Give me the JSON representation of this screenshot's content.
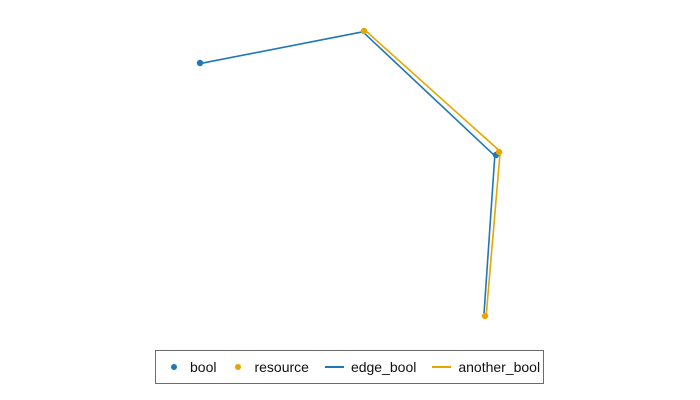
{
  "colors": {
    "bool": "#1f77b4",
    "resource": "#e6a500",
    "edge_bool": "#1f77b4",
    "another_bool": "#e6a500"
  },
  "legend": {
    "items": [
      {
        "label": "bool",
        "kind": "dot",
        "color_key": "bool"
      },
      {
        "label": "resource",
        "kind": "dot",
        "color_key": "resource"
      },
      {
        "label": "edge_bool",
        "kind": "line",
        "color_key": "edge_bool"
      },
      {
        "label": "another_bool",
        "kind": "line",
        "color_key": "another_bool"
      }
    ]
  },
  "graph": {
    "nodes": [
      {
        "id": "n1",
        "type": "bool"
      },
      {
        "id": "n2",
        "type": "resource"
      },
      {
        "id": "n3",
        "type": "bool"
      },
      {
        "id": "n4",
        "type": "resource"
      },
      {
        "id": "n5",
        "type": "resource"
      }
    ],
    "edges": [
      {
        "from": "n1",
        "to": "n2",
        "type": "edge_bool"
      },
      {
        "from": "n2",
        "to": "n3",
        "type": "edge_bool"
      },
      {
        "from": "n3",
        "to": "n5",
        "type": "edge_bool"
      },
      {
        "from": "n2",
        "to": "n4",
        "type": "another_bool"
      },
      {
        "from": "n4",
        "to": "n5",
        "type": "another_bool"
      }
    ]
  }
}
